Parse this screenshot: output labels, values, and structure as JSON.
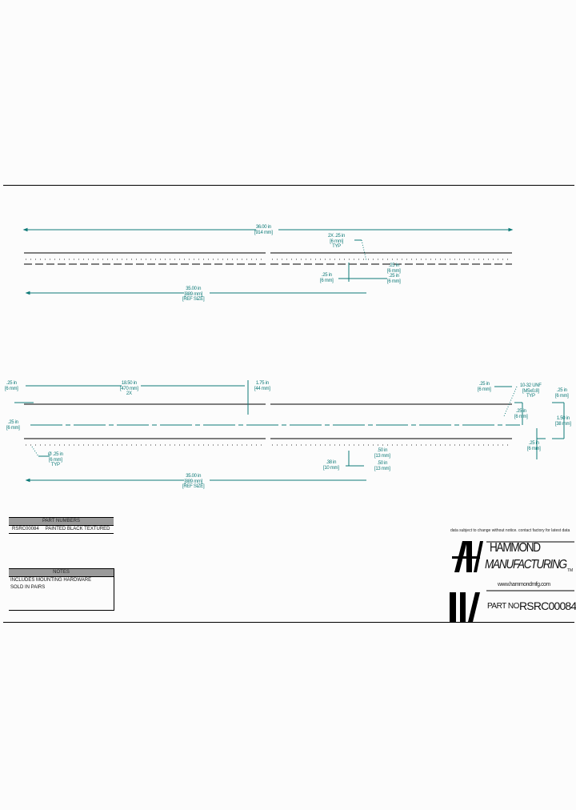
{
  "drawing": {
    "colors": {
      "dimension": "#0e7a78",
      "outline": "#000000",
      "table_header": "#9a9a9a"
    },
    "top_view": {
      "overall_length": [
        "36.00 in",
        "[914 mm]"
      ],
      "hole_span": [
        "35.00 in",
        "[889 mm]",
        "[REF SIZE]"
      ],
      "hole_callout": [
        "2X .25 in",
        "[6 mm]",
        "TYP"
      ],
      "left_offset": [
        ".25 in",
        "[6 mm]"
      ],
      "hole_spacing": [
        ".25 in",
        "[6 mm]"
      ],
      "slot_height": [
        ".25 in",
        "[6 mm]"
      ]
    },
    "front_view": {
      "end_offset": [
        ".25 in",
        "[6 mm]"
      ],
      "hole_pitch": [
        "18.50 in",
        "[470 mm]",
        "2X"
      ],
      "right_offset": [
        "1.75 in",
        "[44 mm]"
      ],
      "height": [
        ".25 in",
        "[6 mm]"
      ],
      "hole_callout": [
        "Ø .25 in",
        "[6 mm]",
        "TYP"
      ],
      "hole_span": [
        "35.00 in",
        "[889 mm]",
        "[REF SIZE]"
      ],
      "lower_a": [
        ".38 in",
        "[10 mm]"
      ],
      "lower_b": [
        ".50 in",
        "[13 mm]"
      ],
      "lower_c": [
        ".50 in",
        "[13 mm]"
      ],
      "right_top": [
        ".25 in",
        "[6 mm]"
      ],
      "thread_callout": [
        "10-32 UNF",
        "[M5x0.8]",
        "TYP"
      ],
      "right_far": [
        ".25 in",
        "[6 mm]"
      ],
      "right_mid": [
        ".25 in",
        "[6 mm]"
      ],
      "right_height": [
        "1.50 in",
        "[38 mm]"
      ],
      "right_bottom": [
        ".25 in",
        "[6 mm]"
      ]
    }
  },
  "part_numbers": {
    "header": "PART NUMBERS",
    "rows": [
      {
        "part": "RSRC00084",
        "description": "PAINTED BLACK TEXTURED"
      }
    ]
  },
  "notes": {
    "header": "NOTES",
    "lines": [
      "INCLUDES MOUNTING HARDWARE",
      "SOLD IN PAIRS"
    ]
  },
  "title_block": {
    "disclaimer": "data subject to change without notice. contact factory for latest data",
    "company_line1": "HAMMOND",
    "company_line2": "MANUFACTURING",
    "trademark": "TM",
    "website": "www.hammondmfg.com",
    "part_label": "PART NO",
    "part_number": "RSRC00084"
  }
}
